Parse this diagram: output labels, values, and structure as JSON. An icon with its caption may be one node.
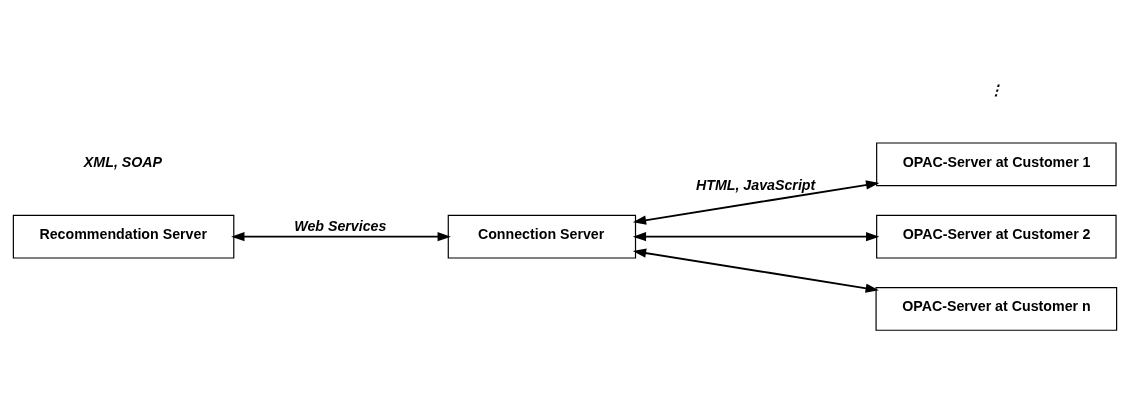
{
  "diagram": {
    "nodes": [
      {
        "text": [
          "Recommendation Server"
        ]
      },
      {
        "text": [
          "Connection Server"
        ]
      },
      {
        "text": [
          "OPAC-Server at Customer 1"
        ]
      },
      {
        "text": [
          "OPAC-Server at Customer 2"
        ]
      },
      {
        "text": [
          "OPAC-Server at Customer n"
        ]
      }
    ],
    "edges": [
      {
        "from": 0,
        "to": 1,
        "arrow": "both",
        "label": "Web Services"
      },
      {
        "from": 1,
        "to": 2,
        "arrow": "both",
        "label": "HTML, JavaScript"
      },
      {
        "from": 1,
        "to": 3,
        "arrow": "both"
      },
      {
        "from": 1,
        "to": 4,
        "arrow": "both"
      }
    ],
    "labels": [
      "XML, SOAP",
      "⋮"
    ]
  }
}
